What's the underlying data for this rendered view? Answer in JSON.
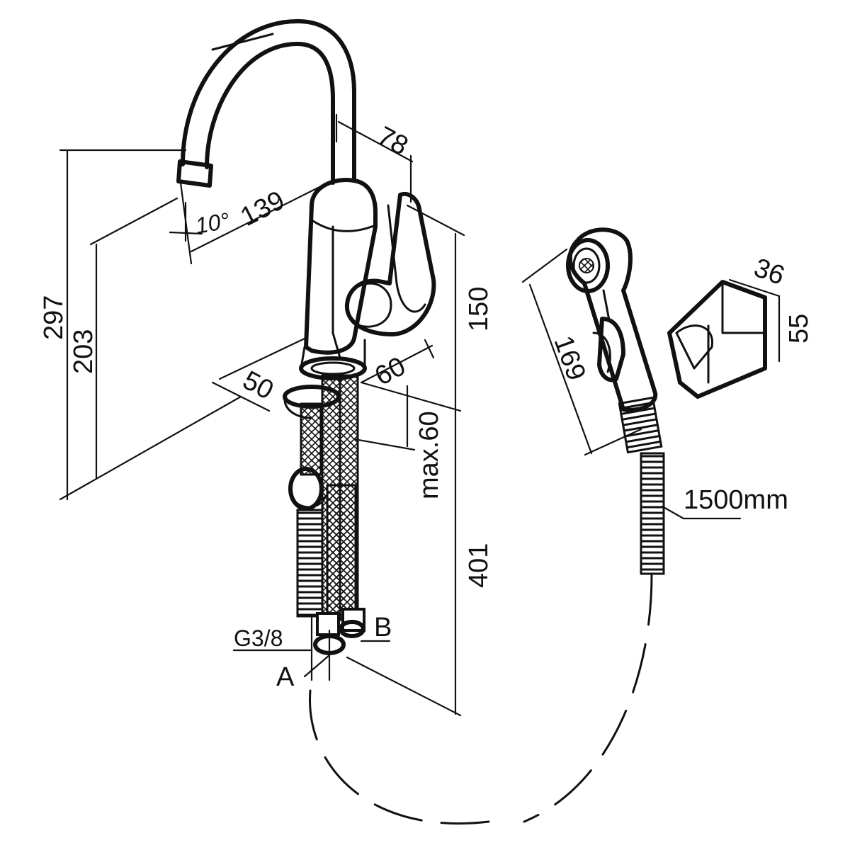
{
  "dimensions": {
    "total_height": "297",
    "spout_height": "203",
    "spout_reach": "139",
    "spout_angle": "10°",
    "handle_offset": "78",
    "body_height": "150",
    "base_depth": "60",
    "base_width": "50",
    "countertop_max": "max.60",
    "hose_length_tail": "401",
    "sprayer_length": "169",
    "holder_width": "36",
    "holder_height": "55",
    "shower_hose_length": "1500mm"
  },
  "connections": {
    "thread": "G3/8",
    "inlet_a": "A",
    "inlet_b": "B"
  }
}
